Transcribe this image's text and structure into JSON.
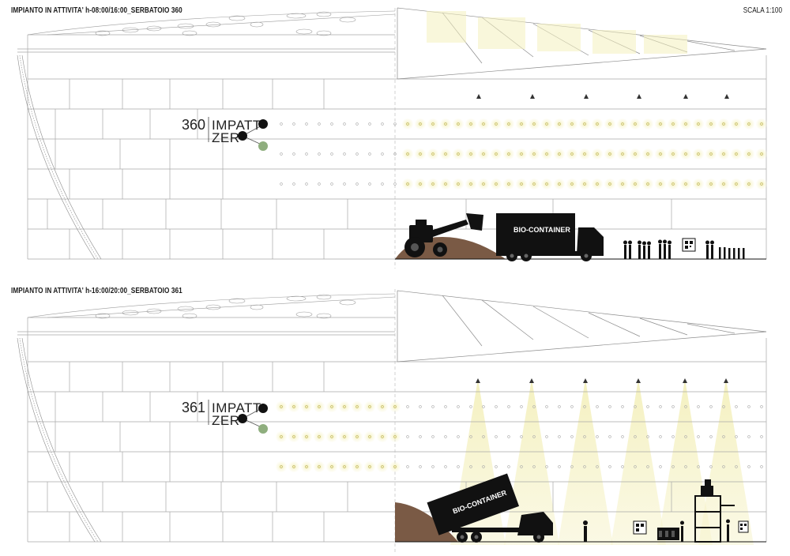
{
  "top_panel": {
    "caption": "IMPIANTO IN ATTIVITA' h-08:00/16:00_SERBATOIO 360",
    "logo_number": "360",
    "logo_word_1": "IMPATT",
    "logo_word_2": "ZER",
    "container_label": "BIO-CONTAINER"
  },
  "bottom_panel": {
    "caption": "IMPIANTO IN ATTIVITA' h-16:00/20:00_SERBATOIO 361",
    "logo_number": "361",
    "logo_word_1": "IMPATT",
    "logo_word_2": "ZER",
    "container_label": "BIO-CONTAINER"
  },
  "scale_label": "SCALA 1:100",
  "colors": {
    "line": "#9a9a9a",
    "light_glow": "#f6f3c4",
    "silhouette": "#111111",
    "soil": "#7a5a45",
    "logo_green": "#8fae7e"
  }
}
